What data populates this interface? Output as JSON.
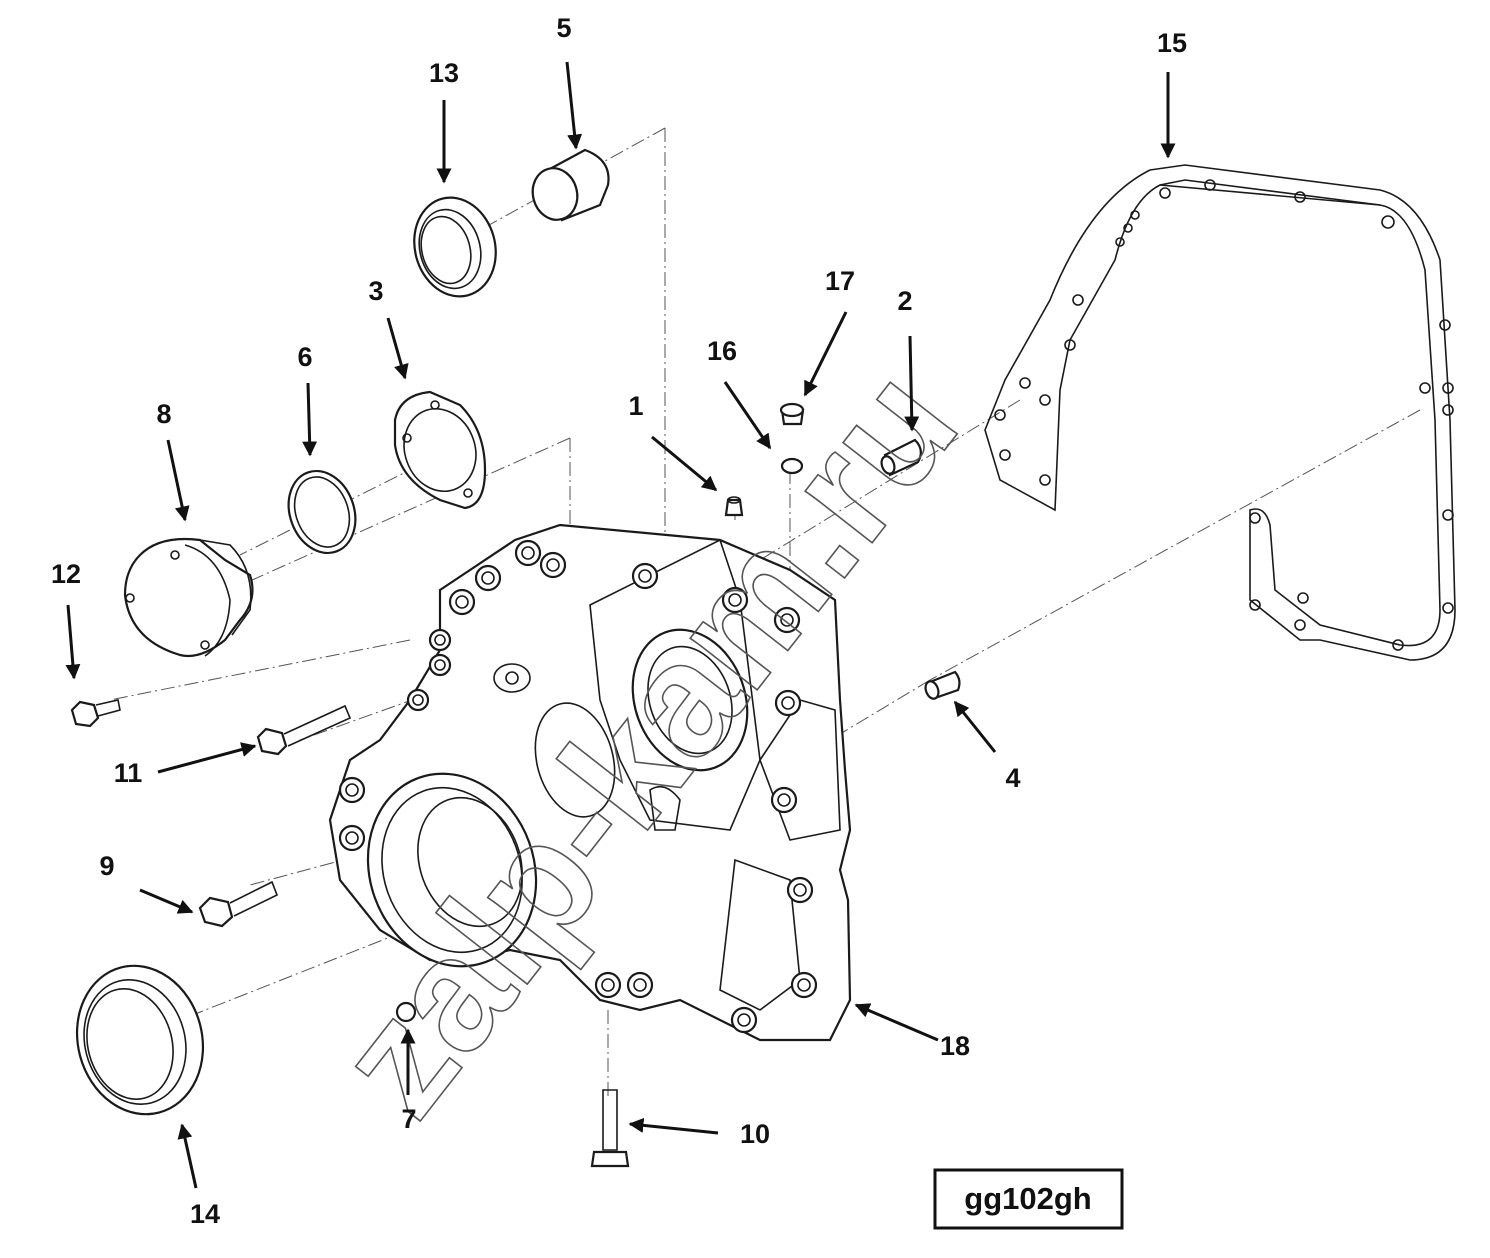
{
  "diagram": {
    "reference_code": "gg102gh",
    "watermark": "zalp-kam.ru",
    "callouts": {
      "c1": "1",
      "c2": "2",
      "c3": "3",
      "c4": "4",
      "c5": "5",
      "c6": "6",
      "c7": "7",
      "c8": "8",
      "c9": "9",
      "c10": "10",
      "c11": "11",
      "c12": "12",
      "c13": "13",
      "c14": "14",
      "c15": "15",
      "c16": "16",
      "c17": "17",
      "c18": "18"
    }
  }
}
